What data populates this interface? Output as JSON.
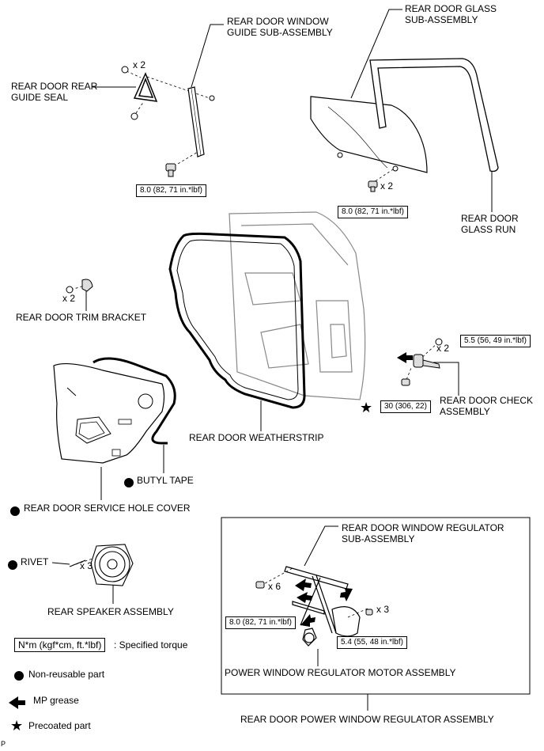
{
  "labels": {
    "guide_sub_assembly": [
      "REAR DOOR WINDOW",
      "GUIDE SUB-ASSEMBLY"
    ],
    "glass_sub_assembly": [
      "REAR DOOR GLASS",
      "SUB-ASSEMBLY"
    ],
    "rear_guide_seal": [
      "REAR DOOR REAR",
      "GUIDE SEAL"
    ],
    "glass_run": [
      "REAR DOOR",
      "GLASS RUN"
    ],
    "trim_bracket": "REAR DOOR TRIM BRACKET",
    "check_assembly": [
      "REAR DOOR CHECK",
      "ASSEMBLY"
    ],
    "weatherstrip": "REAR DOOR WEATHERSTRIP",
    "butyl_tape": "BUTYL TAPE",
    "service_hole_cover": "REAR DOOR SERVICE HOLE COVER",
    "rivet": "RIVET",
    "speaker_assembly": "REAR SPEAKER ASSEMBLY",
    "regulator_sub_assembly": [
      "REAR DOOR WINDOW REGULATOR",
      "SUB-ASSEMBLY"
    ],
    "motor_assembly": "POWER WINDOW REGULATOR MOTOR ASSEMBLY",
    "power_window_regulator_assembly": "REAR DOOR POWER WINDOW REGULATOR ASSEMBLY"
  },
  "quantities": {
    "seal_screw": "x 2",
    "glass_bolt": "x 2",
    "trim_bracket": "x 2",
    "check_nut": "x 2",
    "rivet": "x 3",
    "regulator_bolt": "x 6",
    "motor_bolt": "x 3"
  },
  "torques": {
    "guide_bolt": "8.0 (82, 71 in.*lbf)",
    "glass_bolt": "8.0 (82, 71 in.*lbf)",
    "check_nut": "5.5 (56, 49 in.*lbf)",
    "check_bolt": "30 (306, 22)",
    "regulator_bolt": "8.0 (82, 71 in.*lbf)",
    "motor_bolt": "5.4 (55, 48 in.*lbf)"
  },
  "legend": {
    "torque_box": "N*m (kgf*cm, ft.*lbf)",
    "torque_desc": ": Specified torque",
    "non_reusable": "Non-reusable part",
    "mp_grease": "MP grease",
    "precoated": "Precoated part"
  },
  "footer_code": "P"
}
